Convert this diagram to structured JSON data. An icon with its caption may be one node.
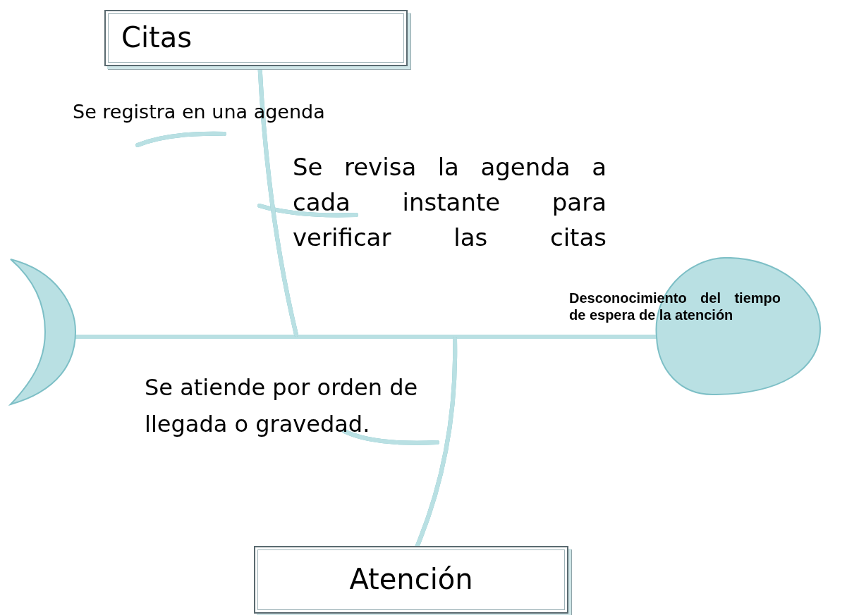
{
  "diagram": {
    "nodes": [
      {
        "text": [
          "Citas"
        ]
      },
      {
        "text": [
          "Atención"
        ]
      },
      {
        "text": [
          "Desconocimiento del tiempo de espera de la atención"
        ]
      },
      {
        "text": [],
        "shape": "crescent"
      }
    ],
    "edges": [
      {
        "from": 3,
        "to": 2,
        "arrow": "none"
      },
      {
        "from": 0,
        "to": null,
        "arrow": "none"
      },
      {
        "from": 1,
        "to": null,
        "arrow": "none"
      }
    ],
    "labels": [
      "Se registra en una agenda",
      "Se revisa la agenda a cada instante para verificar las citas",
      "Se atiende por orden de llegada o gravedad."
    ]
  }
}
